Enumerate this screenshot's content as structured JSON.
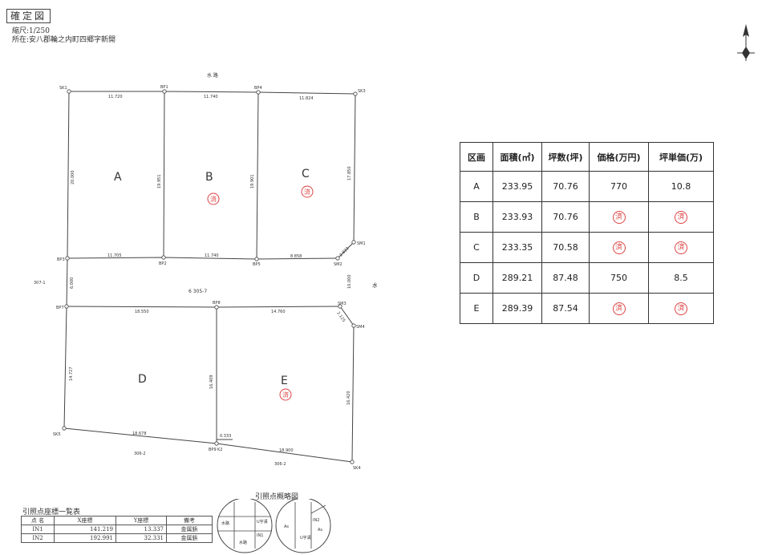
{
  "header": {
    "title": "確定図",
    "scale": "縮尺:1/250",
    "location": "所在:安八郡輪之内町四郷字新開"
  },
  "plan": {
    "road_top": "水 路",
    "road_right": "水 路",
    "lot_center_label": "6 305-7",
    "lot_left_label": "307-1",
    "lot_bottom_mid": "306-2",
    "lot_bottom_right": "306-2",
    "lots": [
      "A",
      "B",
      "C",
      "D",
      "E"
    ],
    "sold_mark": "済",
    "points": [
      "SK1",
      "BP1",
      "BP4",
      "SK3",
      "BP3",
      "BP2",
      "BP5",
      "SM2",
      "SM1",
      "BP7",
      "BP8",
      "SM3",
      "SM4",
      "SK5",
      "BP9",
      "K2",
      "SK4"
    ],
    "dimensions": [
      "11.720",
      "11.740",
      "11.824",
      "20.000",
      "19.951",
      "19.901",
      "17.850",
      "11.705",
      "11.740",
      "8.858",
      "2.833",
      "6.000",
      "10.000",
      "18.550",
      "14.760",
      "2.125",
      "14.727",
      "16.409",
      "16.420",
      "18.678",
      "18.900",
      "0.333"
    ]
  },
  "price_table": {
    "headers": [
      "区画",
      "面積(㎡)",
      "坪数(坪)",
      "価格(万円)",
      "坪単価(万)"
    ],
    "rows": [
      {
        "lot": "A",
        "area": "233.95",
        "tsubo": "70.76",
        "price": "770",
        "unit": "10.8",
        "sold": false
      },
      {
        "lot": "B",
        "area": "233.93",
        "tsubo": "70.76",
        "price": "済",
        "unit": "済",
        "sold": true
      },
      {
        "lot": "C",
        "area": "233.35",
        "tsubo": "70.58",
        "price": "済",
        "unit": "済",
        "sold": true
      },
      {
        "lot": "D",
        "area": "289.21",
        "tsubo": "87.48",
        "price": "750",
        "unit": "8.5",
        "sold": false
      },
      {
        "lot": "E",
        "area": "289.39",
        "tsubo": "87.54",
        "price": "済",
        "unit": "済",
        "sold": true
      }
    ]
  },
  "reference_points": {
    "title": "引照点座標一覧表",
    "headers": [
      "点 名",
      "X座標",
      "Y座標",
      "備考"
    ],
    "rows": [
      {
        "name": "IN1",
        "x": "141.219",
        "y": "13.337",
        "note": "金属鋲"
      },
      {
        "name": "IN2",
        "x": "192.991",
        "y": "32.331",
        "note": "金属鋲"
      }
    ]
  },
  "sketch": {
    "title": "引照点概略図",
    "left_labels": [
      "水路",
      "U字溝",
      "IN1",
      "水路"
    ],
    "right_labels": [
      "As",
      "IN2",
      "As",
      "U字溝"
    ]
  }
}
